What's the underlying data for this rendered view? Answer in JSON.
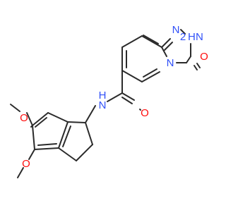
{
  "molecule": {
    "atom_labels": {
      "n_triazole_top": "N",
      "nh_triazole": "N",
      "nh_triazole_h": "H",
      "nh_triazole_2": "2",
      "n_bridge": "N",
      "o_carbonyl_ring": "O",
      "nh_amide": "N",
      "nh_amide_h": "H",
      "o_amide": "O",
      "o_methoxy_top": "O",
      "o_methoxy_bottom": "O"
    },
    "colors": {
      "bond": "#2b2b2b",
      "nitrogen": "#3050f8",
      "oxygen": "#ff0d0d"
    }
  }
}
